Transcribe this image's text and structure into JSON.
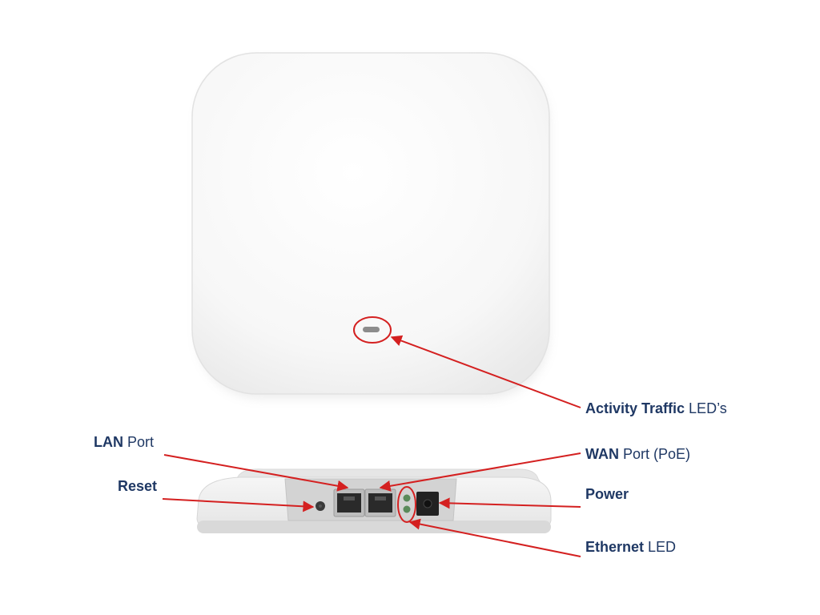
{
  "colors": {
    "callout": "#d42020",
    "label_text": "#1f3864",
    "device_body": "#f4f4f4"
  },
  "labels": {
    "activity": {
      "bold": "Activity Traffic",
      "rest": " LED’s"
    },
    "lan": {
      "bold": "LAN",
      "rest": " Port"
    },
    "wan": {
      "bold": "WAN",
      "rest": " Port (PoE)"
    },
    "reset": {
      "bold": "Reset",
      "rest": ""
    },
    "power": {
      "bold": "Power",
      "rest": ""
    },
    "ethernet": {
      "bold": "Ethernet",
      "rest": " LED"
    }
  }
}
